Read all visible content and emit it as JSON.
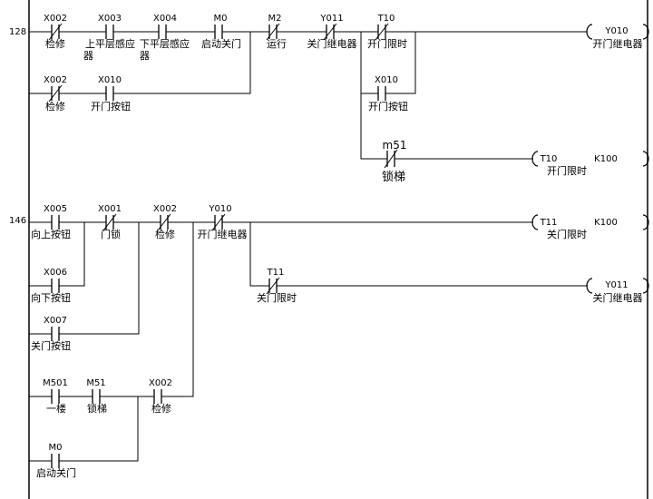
{
  "diagram_type": "ladder",
  "rungs": [
    {
      "step": "128",
      "contacts": [
        {
          "addr": "X002",
          "label": "检修",
          "nc": true
        },
        {
          "addr": "X003",
          "label": "上平层感应器",
          "nc": false
        },
        {
          "addr": "X004",
          "label": "下平层感应器",
          "nc": false
        },
        {
          "addr": "M0",
          "label": "启动关门",
          "nc": false
        },
        {
          "addr": "M2",
          "label": "运行",
          "nc": true
        },
        {
          "addr": "Y011",
          "label": "关门继电器",
          "nc": true
        },
        {
          "addr": "T10",
          "label": "开门限时",
          "nc": true
        },
        {
          "addr": "X002",
          "label": "检修",
          "nc": true
        },
        {
          "addr": "X010",
          "label": "开门按钮",
          "nc": false
        },
        {
          "addr": "X010",
          "label": "开门按钮",
          "nc": false
        },
        {
          "addr": "m51",
          "label": "锁梯",
          "nc": true
        }
      ],
      "coils": [
        {
          "addr": "Y010",
          "label": "开门继电器",
          "k": ""
        },
        {
          "addr": "T10",
          "label": "开门限时",
          "k": "K100"
        }
      ]
    },
    {
      "step": "146",
      "contacts": [
        {
          "addr": "X005",
          "label": "向上按钮",
          "nc": false
        },
        {
          "addr": "X001",
          "label": "门锁",
          "nc": true
        },
        {
          "addr": "X002",
          "label": "检修",
          "nc": true
        },
        {
          "addr": "Y010",
          "label": "开门继电器",
          "nc": true
        },
        {
          "addr": "X006",
          "label": "向下按钮",
          "nc": false
        },
        {
          "addr": "X007",
          "label": "关门按钮",
          "nc": false
        },
        {
          "addr": "M501",
          "label": "一楼",
          "nc": false
        },
        {
          "addr": "M51",
          "label": "锁梯",
          "nc": false
        },
        {
          "addr": "X002",
          "label": "检修",
          "nc": false
        },
        {
          "addr": "M0",
          "label": "启动关门",
          "nc": false
        },
        {
          "addr": "T11",
          "label": "关门限时",
          "nc": true
        }
      ],
      "coils": [
        {
          "addr": "T11",
          "label": "关门限时",
          "k": "K100"
        },
        {
          "addr": "Y011",
          "label": "关门继电器",
          "k": ""
        }
      ]
    }
  ]
}
